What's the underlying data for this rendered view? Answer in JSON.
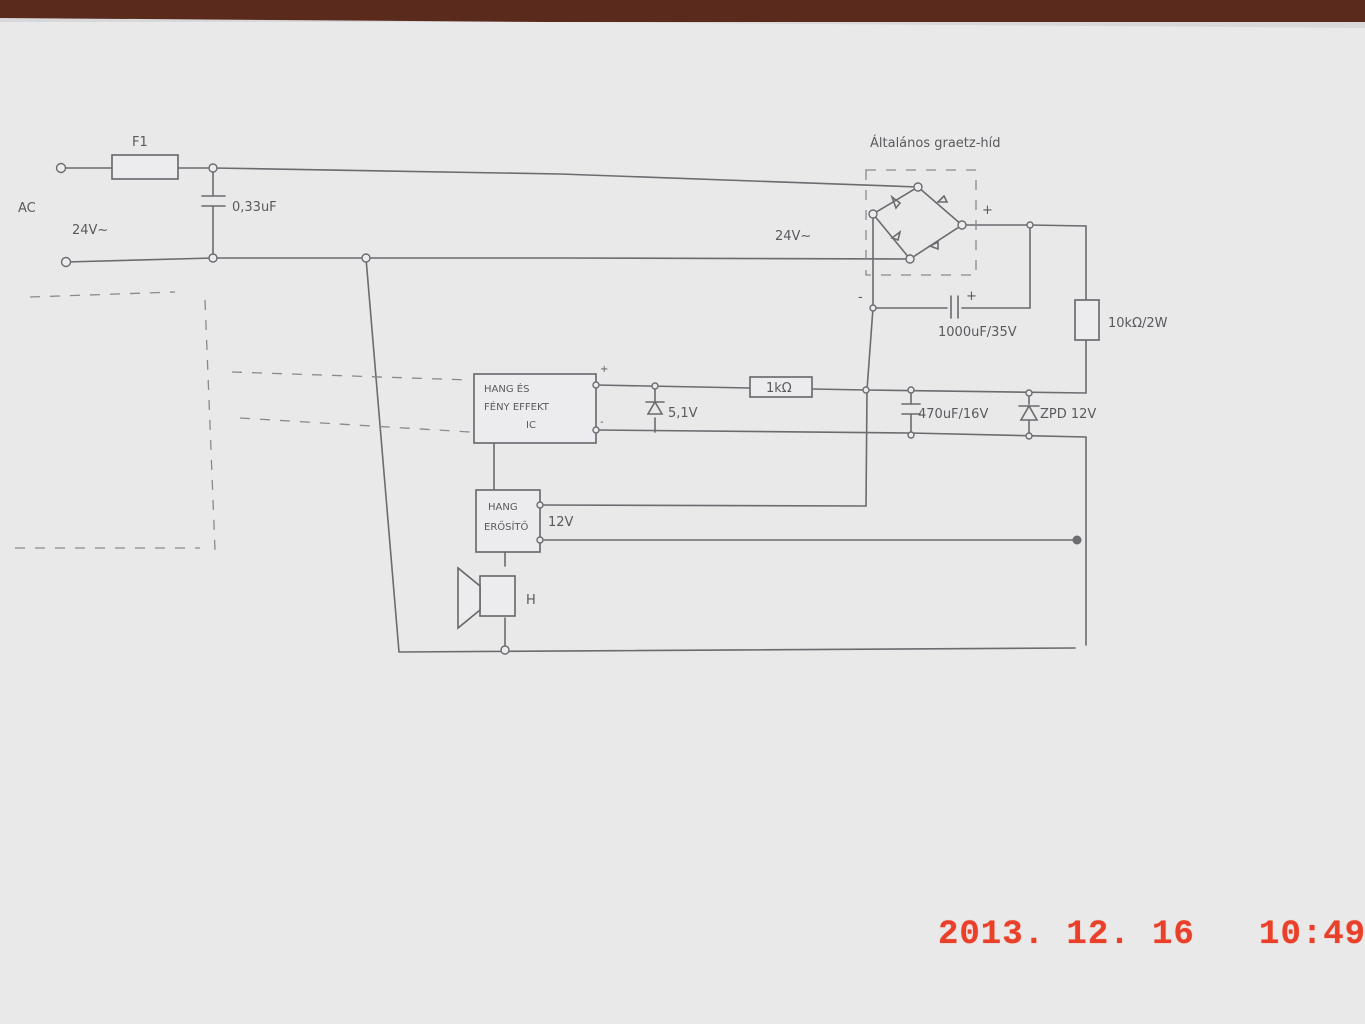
{
  "labels": {
    "fuse": "F1",
    "ac": "AC",
    "ac_voltage": "24V~",
    "cap_input": "0,33uF",
    "bridge_title": "Általános graetz-híd",
    "bridge_input": "24V~",
    "plus": "+",
    "minus": "-",
    "cap_bulk": "1000uF/35V",
    "resistor_bleed": "10kΩ/2W",
    "ic_line1": "HANG ÉS",
    "ic_line2": "FÉNY EFFEKT",
    "ic_line3": "IC",
    "zener_small": "5,1V",
    "resistor_series": "1kΩ",
    "cap_filter": "470uF/16V",
    "zener_main": "ZPD 12V",
    "amp_line1": "HANG",
    "amp_line2": "ERŐSÍTŐ",
    "amp_voltage": "12V",
    "speaker": "H"
  },
  "timestamp": "2013. 12. 16   10:49",
  "colors": {
    "paper": "#e9e9ea",
    "pencil": "#6b6b70",
    "stamp": "#e8402a"
  }
}
